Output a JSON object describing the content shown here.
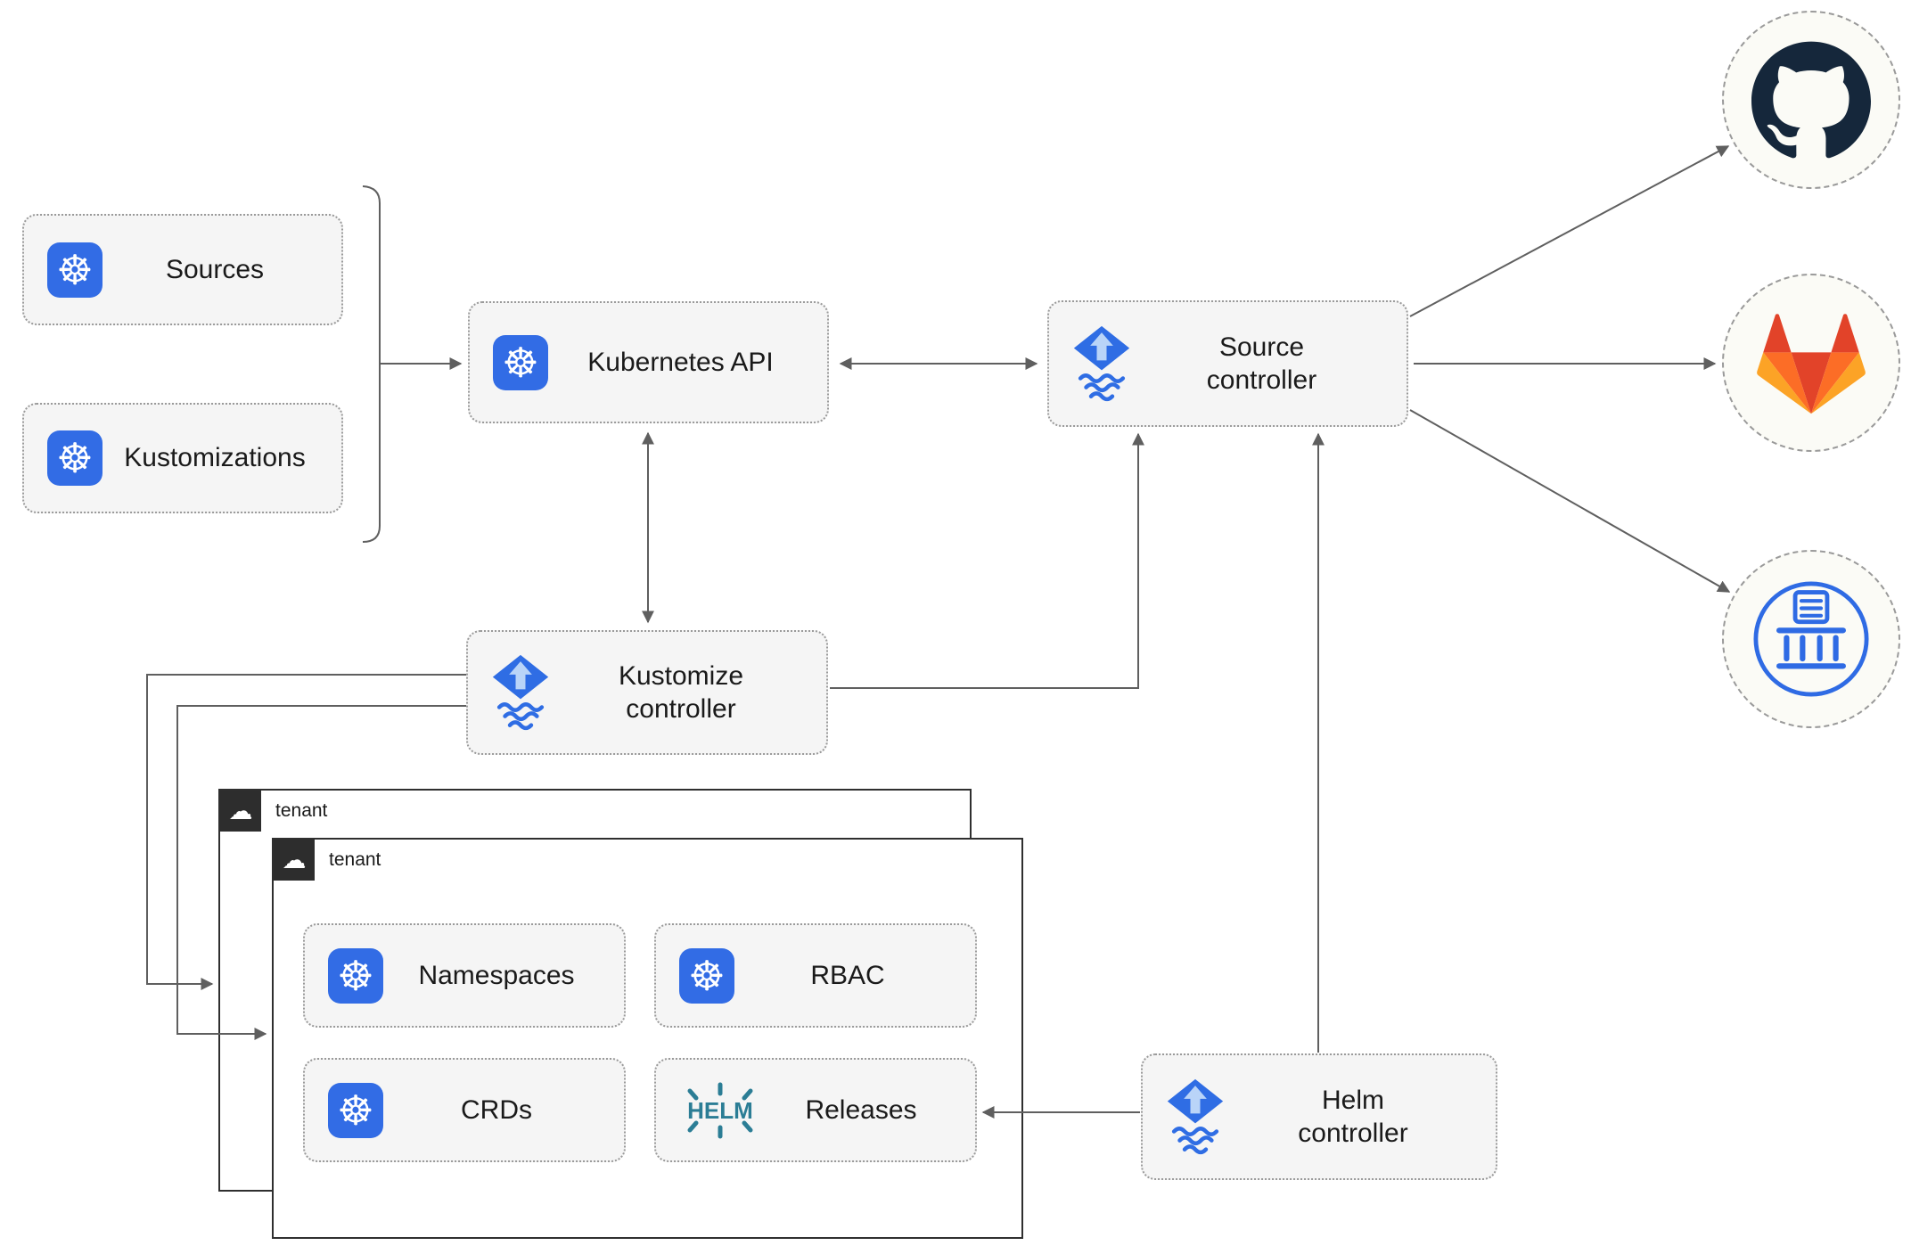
{
  "nodes": {
    "sources": {
      "label": "Sources",
      "icon": "kubernetes-icon"
    },
    "kustomizations": {
      "label": "Kustomizations",
      "icon": "kubernetes-icon"
    },
    "kubernetes_api": {
      "label": "Kubernetes API",
      "icon": "kubernetes-icon"
    },
    "source_controller": {
      "label": "Source controller",
      "icon": "flux-icon"
    },
    "kustomize_controller": {
      "label": "Kustomize controller",
      "icon": "flux-icon"
    },
    "helm_controller": {
      "label": "Helm controller",
      "icon": "flux-icon"
    },
    "namespaces": {
      "label": "Namespaces",
      "icon": "kubernetes-icon"
    },
    "rbac": {
      "label": "RBAC",
      "icon": "kubernetes-icon"
    },
    "crds": {
      "label": "CRDs",
      "icon": "kubernetes-icon"
    },
    "releases": {
      "label": "Releases",
      "icon": "helm-icon"
    }
  },
  "groups": {
    "tenant_back": {
      "label": "tenant",
      "icon": "cloud-icon"
    },
    "tenant_front": {
      "label": "tenant",
      "icon": "cloud-icon"
    }
  },
  "endpoints": {
    "github": {
      "icon": "github-icon"
    },
    "gitlab": {
      "icon": "gitlab-icon"
    },
    "helm_repository": {
      "icon": "chartmuseum-icon"
    }
  },
  "icons": {
    "kubernetes": {
      "name": "kubernetes-icon",
      "glyph": "☸"
    },
    "cloud": {
      "name": "cloud-icon",
      "glyph": "☁"
    },
    "helm": {
      "name": "helm-icon",
      "text": "HELM"
    }
  },
  "edges": [
    {
      "from": "sources-and-kustomizations",
      "to": "kubernetes-api",
      "bidirectional": false
    },
    {
      "from": "kubernetes-api",
      "to": "source-controller",
      "bidirectional": true
    },
    {
      "from": "kubernetes-api",
      "to": "kustomize-controller",
      "bidirectional": true
    },
    {
      "from": "kustomize-controller",
      "to": "source-controller",
      "bidirectional": false
    },
    {
      "from": "helm-controller",
      "to": "source-controller",
      "bidirectional": false
    },
    {
      "from": "helm-controller",
      "to": "releases",
      "bidirectional": false
    },
    {
      "from": "kustomize-controller",
      "to": "tenant-back",
      "bidirectional": false
    },
    {
      "from": "kustomize-controller",
      "to": "tenant-front",
      "bidirectional": false
    },
    {
      "from": "source-controller",
      "to": "github",
      "bidirectional": false
    },
    {
      "from": "source-controller",
      "to": "gitlab",
      "bidirectional": false
    },
    {
      "from": "source-controller",
      "to": "helm-repository",
      "bidirectional": false
    }
  ],
  "colors": {
    "kubernetes_blue": "#326CE5",
    "flux_blue": "#2F6DE4",
    "flux_arrow_light": "#B9D4F8",
    "helm_teal": "#2B7D95",
    "github_dark": "#15273B",
    "gitlab_red": "#E24329",
    "gitlab_orange": "#FC6D26",
    "gitlab_yellow": "#FCA326",
    "chartmuseum_blue": "#2F6BE4",
    "node_fill": "#F5F5F5",
    "border_gray": "#9A9A9A",
    "arrow_gray": "#5F5F5F"
  }
}
